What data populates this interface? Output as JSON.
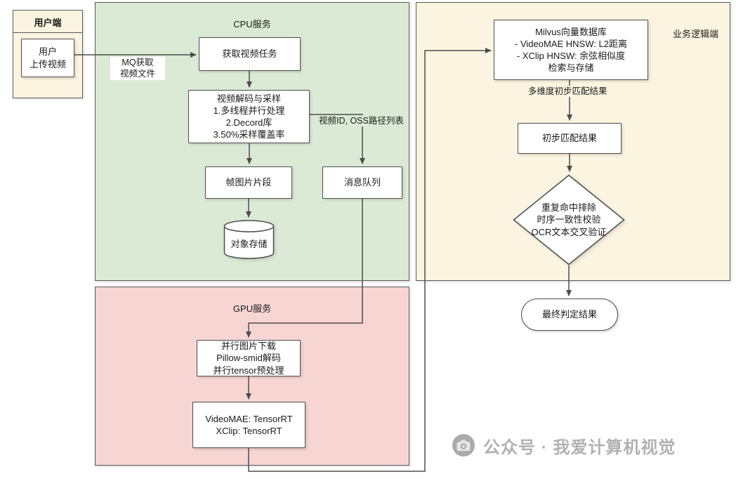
{
  "regions": {
    "user": {
      "title": "用户端"
    },
    "cpu": {
      "title": "CPU服务"
    },
    "gpu": {
      "title": "GPU服务"
    },
    "business": {
      "title": "业务逻辑端"
    }
  },
  "nodes": {
    "upload": {
      "lines": [
        "用户",
        "上传视频"
      ]
    },
    "get_task": {
      "lines": [
        "获取视频任务"
      ]
    },
    "decode": {
      "lines": [
        "视频解码与采样",
        "1.多线程并行处理",
        "2.Decord库",
        "3.50%采样覆盖率"
      ]
    },
    "frames": {
      "lines": [
        "帧图片片段"
      ]
    },
    "object_storage": {
      "lines": [
        "对象存储"
      ]
    },
    "message_queue": {
      "lines": [
        "消息队列"
      ]
    },
    "parallel_download": {
      "lines": [
        "并行图片下载",
        "Pillow-smid解码",
        "并行tensor预处理"
      ]
    },
    "inference": {
      "lines": [
        "VideoMAE: TensorRT",
        "XClip: TensorRT"
      ]
    },
    "milvus": {
      "lines": [
        "Milvus向量数据库",
        "- VideoMAE HNSW: L2距离",
        "- XClip HNSW: 余弦相似度",
        "检索与存储"
      ]
    },
    "prelim_match": {
      "lines": [
        "初步匹配结果"
      ]
    },
    "verification": {
      "lines": [
        "重复命中排除",
        "时序一致性校验",
        "OCR文本交叉验证"
      ]
    },
    "final_result": {
      "lines": [
        "最终判定结果"
      ]
    }
  },
  "edge_labels": {
    "mq": {
      "lines": [
        "MQ获取",
        "视频文件"
      ]
    },
    "oss": "视频ID, OSS路径列表",
    "multi_dim": "多维度初步匹配结果"
  },
  "watermark": {
    "text": "公众号 · 我爱计算机视觉"
  },
  "colors": {
    "cpu_bg": "#dbead5",
    "gpu_bg": "#f6d5d3",
    "beige_bg": "#fbf4e0",
    "line": "#4d4d4d"
  }
}
